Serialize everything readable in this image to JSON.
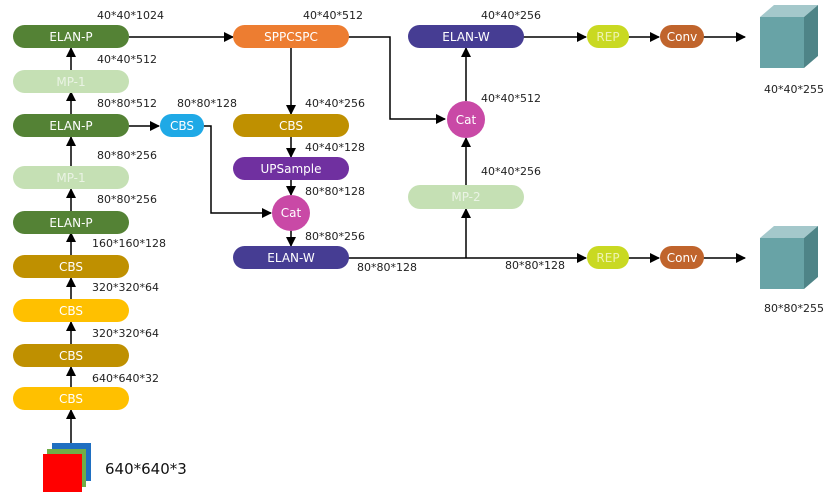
{
  "nodes": {
    "cbs1": "CBS",
    "cbs2": "CBS",
    "cbs3": "CBS",
    "cbs4": "CBS",
    "elan1": "ELAN-P",
    "mp1a": "MP-1",
    "elan2": "ELAN-P",
    "mp1b": "MP-1",
    "elan3": "ELAN-P",
    "cbs_lat": "CBS",
    "sppcspc": "SPPCSPC",
    "cbs_mid": "CBS",
    "upsample": "UPSample",
    "cat1": "Cat",
    "elanw1": "ELAN-W",
    "mp2": "MP-2",
    "cat2": "Cat",
    "elanw2": "ELAN-W",
    "rep1": "REP",
    "conv1": "Conv",
    "rep2": "REP",
    "conv2": "Conv"
  },
  "labels": {
    "input": "640*640*3",
    "l_cbs1": "640*640*32",
    "l_cbs2": "320*320*64",
    "l_cbs3": "320*320*64",
    "l_cbs4": "160*160*128",
    "l_elan1": "80*80*256",
    "l_mp1a": "80*80*256",
    "l_elan2": "80*80*512",
    "l_mp1b": "40*40*512",
    "l_elan3": "40*40*1024",
    "l_cbs_lat": "80*80*128",
    "l_sppcspc": "40*40*512",
    "l_cbs_mid": "40*40*256",
    "l_upsample": "40*40*128",
    "l_cat1_in": "80*80*128",
    "l_cat1_out": "80*80*256",
    "l_elanw1_out": "80*80*128",
    "l_branch": "80*80*128",
    "l_mp2": "40*40*256",
    "l_cat2": "40*40*512",
    "l_elanw2": "40*40*256",
    "out1": "40*40*255",
    "out2": "80*80*255"
  },
  "colors": {
    "elan_p": "#548235",
    "mp": "#c5e0b4",
    "cbs_dark": "#bf9000",
    "cbs_light": "#ffc000",
    "cbs_blue": "#1fa9e6",
    "sppcspc": "#ed7d31",
    "upsample": "#7030a0",
    "cat": "#c949a6",
    "elan_w": "#463d93",
    "rep": "#c9d922",
    "conv": "#c0642c",
    "cube": "#68a3a6"
  }
}
